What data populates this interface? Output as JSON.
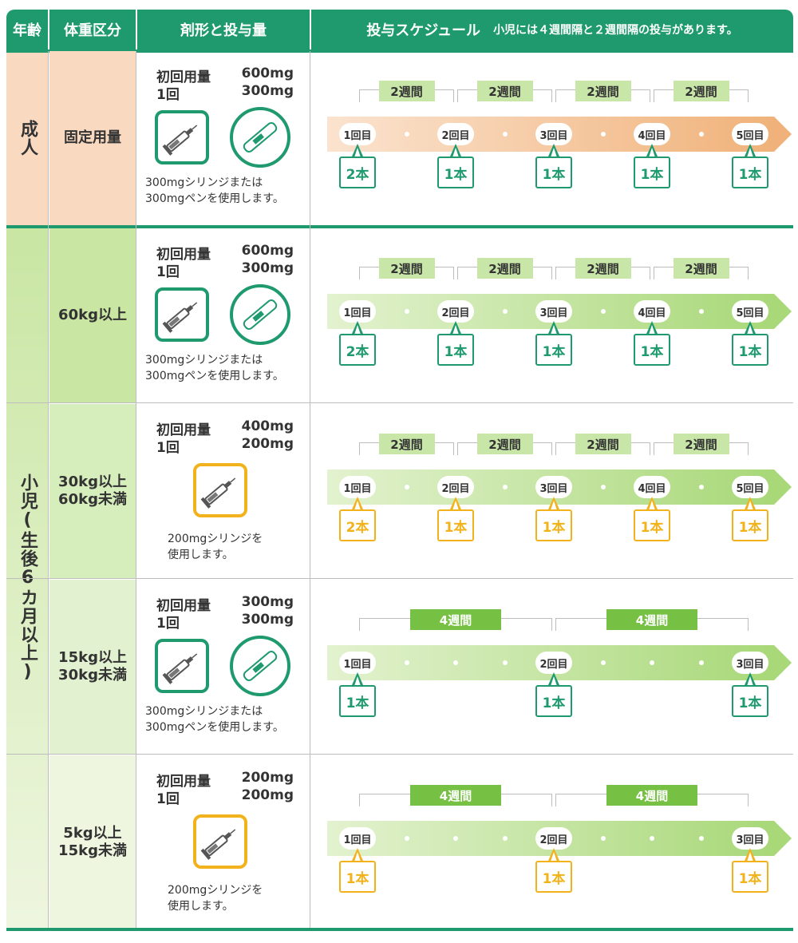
{
  "header": {
    "age": "年齢",
    "weight": "体重区分",
    "dose": "剤形と投与量",
    "schedule": "投与スケジュール",
    "schedule_note": "小児には４週間隔と２週間隔の投与があります。"
  },
  "colors": {
    "header_green": "#1e9a6e",
    "orange_band": "#f0b27a",
    "green_band": "#a8d878",
    "qty_green": "#1e9a6e",
    "qty_yellow": "#f2b21b",
    "interval_light": "#c8e6a8",
    "interval_dark": "#76c043"
  },
  "ages": {
    "adult": "成人",
    "child": "小児(生後6カ月以上)"
  },
  "labels": {
    "initial": "初回用量",
    "per_dose": "1回"
  },
  "rows": [
    {
      "weight": "固定用量",
      "initial_dose": "600mg",
      "per_dose": "300mg",
      "device": "syringe+pen",
      "usage": "300mgシリンジまたは\n300mgペンを使用します。",
      "interval_type": "2w",
      "visits": [
        "1回目",
        "2回目",
        "3回目",
        "4回目",
        "5回目"
      ],
      "intervals": [
        "2週間",
        "2週間",
        "2週間",
        "2週間"
      ],
      "quantities": [
        "2本",
        "1本",
        "1本",
        "1本",
        "1本"
      ],
      "qty_color": "green",
      "band": "orange"
    },
    {
      "weight": "60kg以上",
      "initial_dose": "600mg",
      "per_dose": "300mg",
      "device": "syringe+pen",
      "usage": "300mgシリンジまたは\n300mgペンを使用します。",
      "interval_type": "2w",
      "visits": [
        "1回目",
        "2回目",
        "3回目",
        "4回目",
        "5回目"
      ],
      "intervals": [
        "2週間",
        "2週間",
        "2週間",
        "2週間"
      ],
      "quantities": [
        "2本",
        "1本",
        "1本",
        "1本",
        "1本"
      ],
      "qty_color": "green",
      "band": "green"
    },
    {
      "weight": "30kg以上\n60kg未満",
      "initial_dose": "400mg",
      "per_dose": "200mg",
      "device": "syringe",
      "usage": "200mgシリンジを\n使用します。",
      "interval_type": "2w",
      "visits": [
        "1回目",
        "2回目",
        "3回目",
        "4回目",
        "5回目"
      ],
      "intervals": [
        "2週間",
        "2週間",
        "2週間",
        "2週間"
      ],
      "quantities": [
        "2本",
        "1本",
        "1本",
        "1本",
        "1本"
      ],
      "qty_color": "yellow",
      "band": "green"
    },
    {
      "weight": "15kg以上\n30kg未満",
      "initial_dose": "300mg",
      "per_dose": "300mg",
      "device": "syringe+pen",
      "usage": "300mgシリンジまたは\n300mgペンを使用します。",
      "interval_type": "4w",
      "visits": [
        "1回目",
        "2回目",
        "3回目"
      ],
      "intervals": [
        "4週間",
        "4週間"
      ],
      "quantities": [
        "1本",
        "1本",
        "1本"
      ],
      "qty_color": "green",
      "band": "green"
    },
    {
      "weight": "5kg以上\n15kg未満",
      "initial_dose": "200mg",
      "per_dose": "200mg",
      "device": "syringe",
      "usage": "200mgシリンジを\n使用します。",
      "interval_type": "4w",
      "visits": [
        "1回目",
        "2回目",
        "3回目"
      ],
      "intervals": [
        "4週間",
        "4週間"
      ],
      "quantities": [
        "1本",
        "1本",
        "1本"
      ],
      "qty_color": "yellow",
      "band": "green"
    }
  ]
}
